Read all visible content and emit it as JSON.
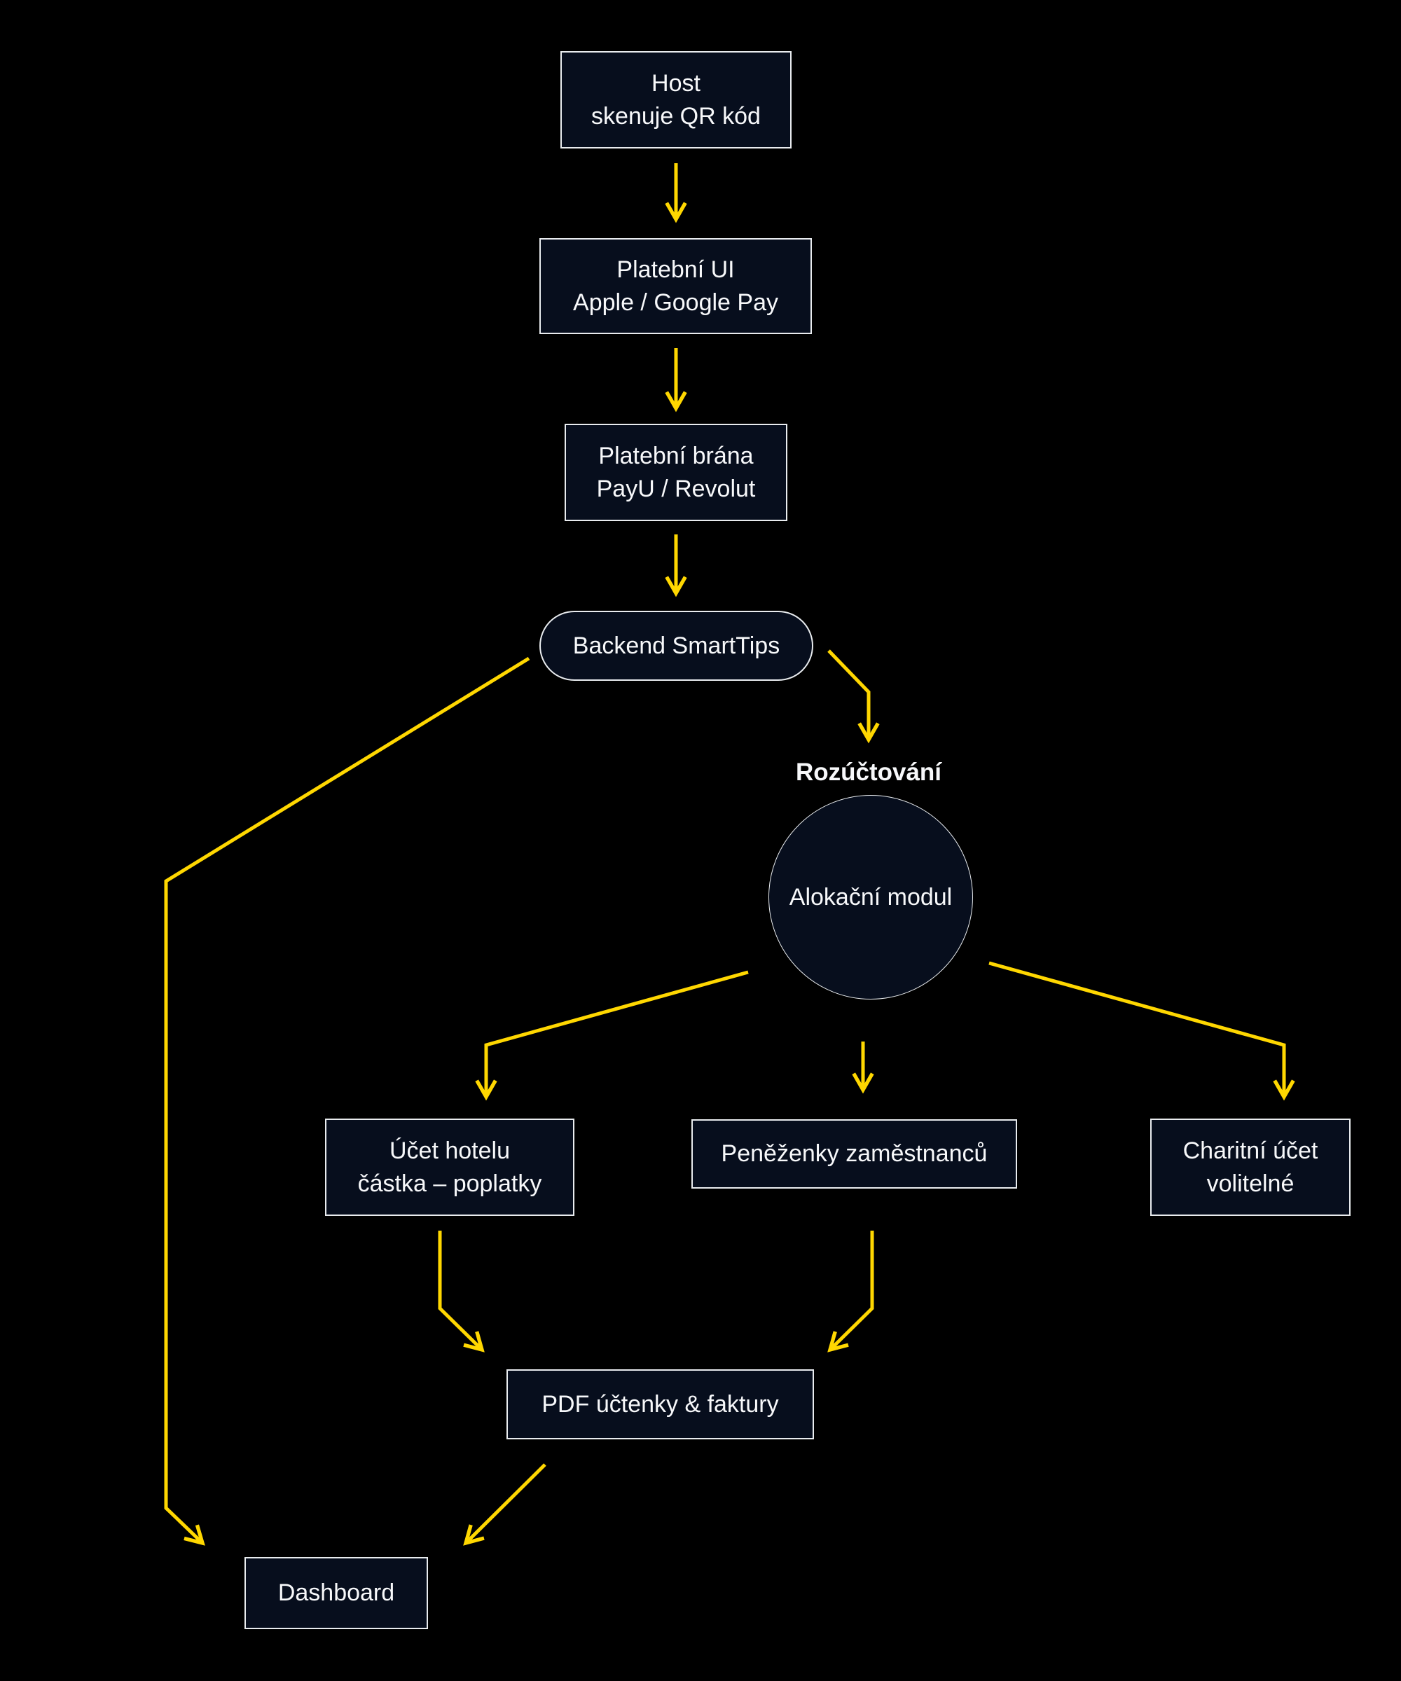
{
  "diagram": {
    "colors": {
      "bg": "#000000",
      "node-fill": "#070e1d",
      "node-border": "#e9ecef",
      "text": "#f7f8fa",
      "arrow": "#ffd700"
    },
    "nodes": {
      "host": "Host\nskenuje QR kód",
      "payment_ui": "Platební UI\nApple / Google Pay",
      "gateway": "Platební brána\nPayU / Revolut",
      "backend": "Backend SmartTips",
      "allocation_module": "Alokační modul",
      "hotel_account": "Účet hotelu\nčástka – poplatky",
      "employee_wallets": "Peněženky zaměstnanců",
      "charity_account": "Charitní účet\nvolitelné",
      "pdf_receipts": "PDF účtenky & faktury",
      "dashboard": "Dashboard"
    },
    "labels": {
      "allocation_edge": "Rozúčtování"
    },
    "edges": [
      {
        "from": "host",
        "to": "payment_ui"
      },
      {
        "from": "payment_ui",
        "to": "gateway"
      },
      {
        "from": "gateway",
        "to": "backend"
      },
      {
        "from": "backend",
        "to": "allocation_module",
        "label": "Rozúčtování"
      },
      {
        "from": "backend",
        "to": "dashboard"
      },
      {
        "from": "allocation_module",
        "to": "hotel_account"
      },
      {
        "from": "allocation_module",
        "to": "employee_wallets"
      },
      {
        "from": "allocation_module",
        "to": "charity_account"
      },
      {
        "from": "hotel_account",
        "to": "pdf_receipts"
      },
      {
        "from": "employee_wallets",
        "to": "pdf_receipts"
      },
      {
        "from": "pdf_receipts",
        "to": "dashboard"
      }
    ]
  }
}
